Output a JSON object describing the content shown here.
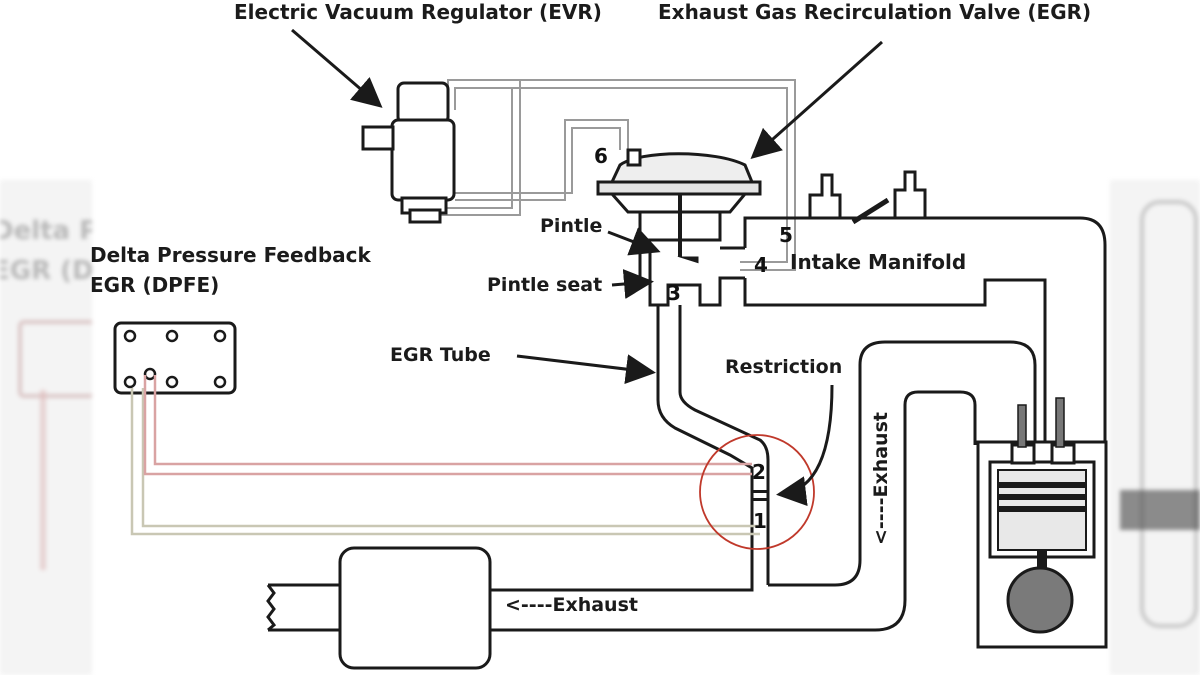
{
  "labels": {
    "evr": "Electric Vacuum Regulator (EVR)",
    "egr_valve": "Exhaust Gas Recirculation Valve (EGR)",
    "dpfe_line1": "Delta Pressure Feedback",
    "dpfe_line2": "EGR (DPFE)",
    "pintle": "Pintle",
    "pintle_seat": "Pintle seat",
    "egr_tube": "EGR Tube",
    "intake_manifold": "Intake Manifold",
    "restriction": "Restriction",
    "exhaust_bottom": "<----Exhaust",
    "exhaust_vertical": "<----Exhaust",
    "ghost_line1": "Delta P",
    "ghost_line2": "EGR (D"
  },
  "numbers": {
    "n1": "1",
    "n2": "2",
    "n3": "3",
    "n4": "4",
    "n5": "5",
    "n6": "6"
  },
  "colors": {
    "line": "#1a1a1a",
    "hose": "#9a9a9a",
    "pressure_line": "#d9a3a3",
    "restriction_circle": "#c0392b",
    "background": "#ffffff",
    "piston_gray": "#7a7a7a"
  }
}
